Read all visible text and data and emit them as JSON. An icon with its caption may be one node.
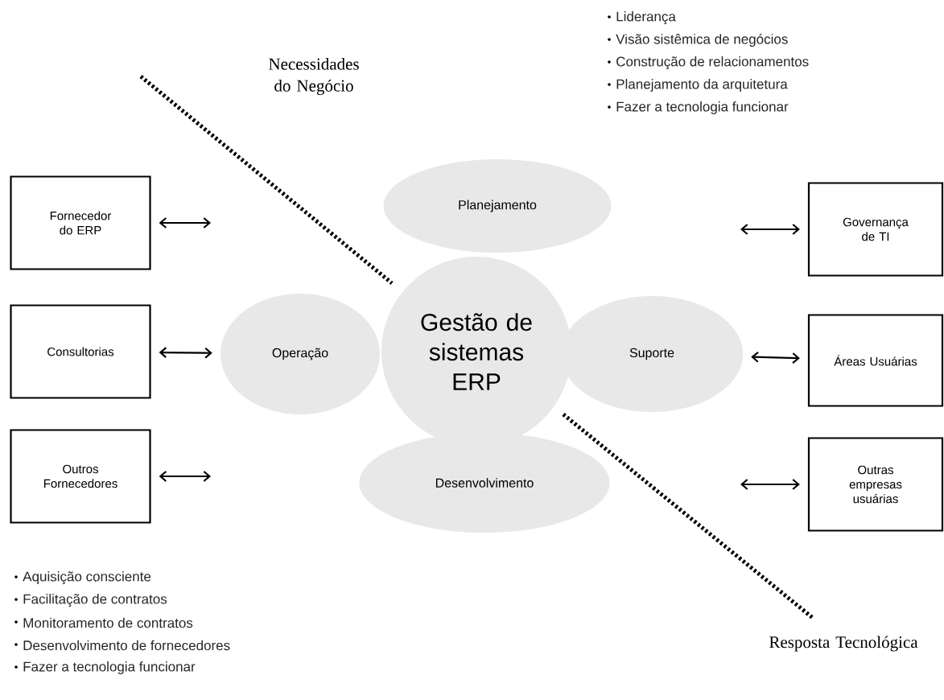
{
  "diagram": {
    "nodes": [
      {
        "text": [
          "Fornecedor do ERP"
        ]
      },
      {
        "text": [
          "Consultorias"
        ]
      },
      {
        "text": [
          "Outros Fornecedores"
        ]
      },
      {
        "text": [
          "Planejamento"
        ]
      },
      {
        "text": [
          "Operação"
        ]
      },
      {
        "text": [
          "Gestão de sistemas ERP"
        ]
      },
      {
        "text": [
          "Suporte"
        ]
      },
      {
        "text": [
          "Desenvolvimento"
        ]
      },
      {
        "text": [
          "Governança de TI"
        ]
      },
      {
        "text": [
          "Áreas Usuárias"
        ]
      },
      {
        "text": [
          "Outras empresas usuárias"
        ]
      }
    ],
    "edges": [
      {
        "from": 0,
        "to": null,
        "arrow": "both"
      },
      {
        "from": 1,
        "to": 4,
        "arrow": "both"
      },
      {
        "from": 2,
        "to": null,
        "arrow": "both"
      },
      {
        "from": 8,
        "to": null,
        "arrow": "both"
      },
      {
        "from": 6,
        "to": 9,
        "arrow": "both"
      },
      {
        "from": 10,
        "to": null,
        "arrow": "both"
      }
    ],
    "labels": [
      "Liderança",
      "Visão sistêmica de negócios",
      "Construção de relacionamentos",
      "Planejamento da arquitetura",
      "Fazer a tecnologia funcionar",
      "Necessidades do Negócio",
      "Resposta Tecnológica",
      "Aquisição consciente",
      "Facilitação de contratos",
      "Monitoramento de contratos",
      "Desenvolvimento de fornecedores",
      "Fazer a tecnologia funcionar"
    ]
  }
}
